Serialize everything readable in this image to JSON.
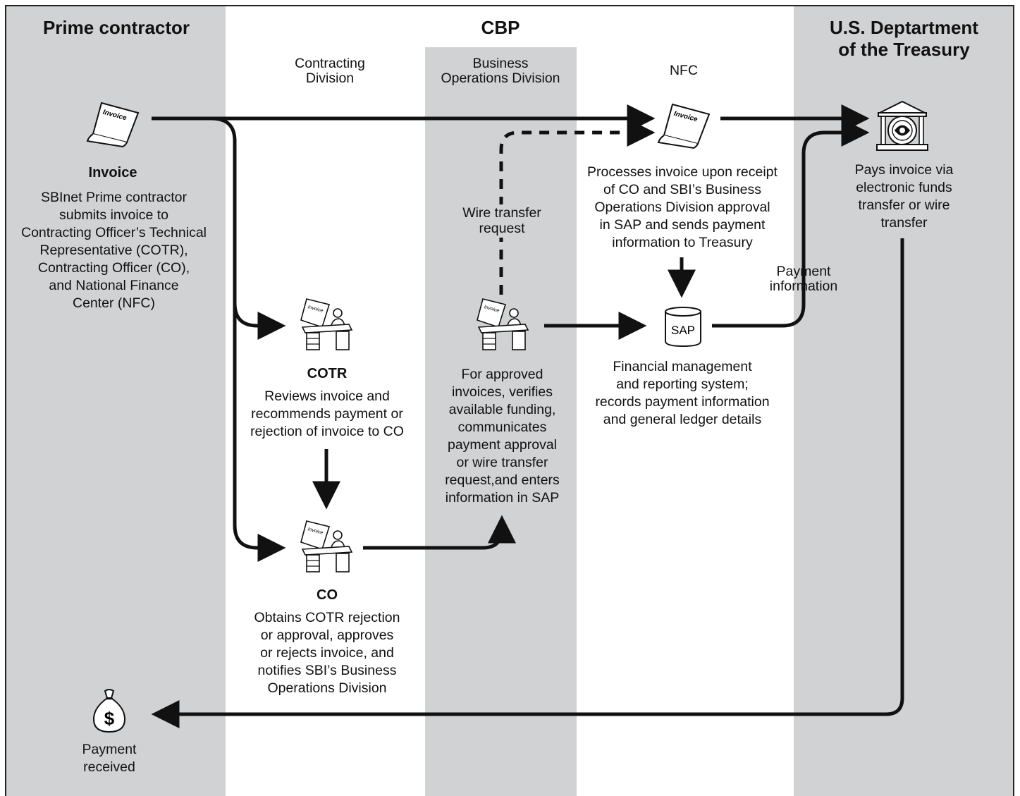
{
  "lanes": {
    "prime": "Prime contractor",
    "cbp": "CBP",
    "treasury_line1": "U.S. Deptartment",
    "treasury_line2": "of the Treasury"
  },
  "sublanes": {
    "contracting_l1": "Contracting",
    "contracting_l2": "Division",
    "bod_l1": "Business",
    "bod_l2": "Operations Division",
    "nfc": "NFC"
  },
  "nodes": {
    "invoice": {
      "icon_text": "Invoice",
      "title": "Invoice",
      "lines": [
        "SBInet Prime contractor",
        "submits invoice to",
        "Contracting Officer’s Technical",
        "Representative (COTR),",
        "Contracting Officer (CO),",
        "and National Finance",
        "Center (NFC)"
      ]
    },
    "cotr": {
      "icon_text": "Invoice",
      "title": "COTR",
      "lines": [
        "Reviews invoice and",
        "recommends payment or",
        "rejection of invoice to CO"
      ]
    },
    "co": {
      "icon_text": "Invoice",
      "title": "CO",
      "lines": [
        "Obtains COTR rejection",
        "or approval, approves",
        "or rejects invoice, and",
        "notifies SBI’s Business",
        "Operations Division"
      ]
    },
    "bod": {
      "icon_text": "Invoice",
      "lines": [
        "For approved",
        "invoices, verifies",
        "available funding,",
        "communicates",
        "payment approval",
        "or wire transfer",
        "request,and enters",
        "information in SAP"
      ]
    },
    "nfc": {
      "icon_text": "Invoice",
      "lines": [
        "Processes invoice upon receipt",
        "of CO and SBI’s Business",
        "Operations Division approval",
        "in SAP and sends payment",
        "information to Treasury"
      ]
    },
    "sap": {
      "label": "SAP",
      "lines": [
        "Financial management",
        "and reporting system;",
        "records payment information",
        "and general ledger details"
      ]
    },
    "treasury": {
      "lines": [
        "Pays invoice via",
        "electronic funds",
        "transfer or wire",
        "transfer"
      ]
    },
    "payment": {
      "symbol": "$",
      "lines": [
        "Payment",
        "received"
      ]
    }
  },
  "edge_labels": {
    "wire_l1": "Wire transfer",
    "wire_l2": "request",
    "payinfo_l1": "Payment",
    "payinfo_l2": "information"
  }
}
